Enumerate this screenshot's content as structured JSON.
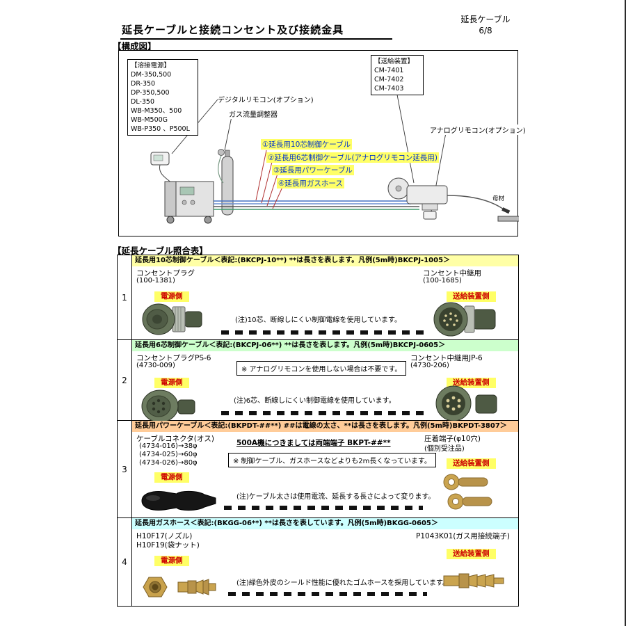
{
  "page": {
    "corner_label": "延長ケーブル",
    "page_number": "6/8",
    "title": "延長ケーブルと接続コンセント及び接続金具",
    "diagram_section_title": "【構成図】",
    "table_section_title": "【延長ケーブル照合表】"
  },
  "diagram": {
    "power_source": {
      "title": "【溶接電源】",
      "models": [
        "DM-350,500",
        "DR-350",
        "DP-350,500",
        "DL-350",
        "WB-M350、500",
        "WB-M500G",
        "WB-P350 、P500L"
      ]
    },
    "feeder": {
      "title": "【送給装置】",
      "models": [
        "CM-7401",
        "CM-7402",
        "CM-7403"
      ]
    },
    "labels": {
      "digital_remote": "デジタルリモコン(オプション)",
      "gas_regulator": "ガス流量調整器",
      "analog_remote": "アナログリモコン(オプション)",
      "base_metal": "母材"
    },
    "cable_legend": [
      "①延長用10芯制御ケーブル",
      "②延長用6芯制御ケーブル(アナログリモコン延長用)",
      "③延長用パワーケーブル",
      "④延長用ガスホース"
    ]
  },
  "table": {
    "header_colors": [
      "#ffffa6",
      "#ccffcc",
      "#ffcc99",
      "#ccffff"
    ],
    "rows": [
      {
        "no": "1",
        "header": "延長用10芯制御ケーブル＜表記:(BKCPJ-10**) **は長さを表します。凡例(5m時)BKCPJ-1005＞",
        "left_title": "コンセントプラグ",
        "left_code": "(100-1381)",
        "left_badge": "電源側",
        "right_title": "コンセント中継用",
        "right_code": "(100-1685)",
        "right_badge": "送給装置側",
        "note": "(注)10芯、断線しにくい制御電線を使用しています。"
      },
      {
        "no": "2",
        "header": "延長用6芯制御ケーブル＜表記:(BKCPJ-06**) **は長さを表します。凡例(5m時)BKCPJ-0605＞",
        "left_title": "コンセントプラグPS-6",
        "left_code": "(4730-009)",
        "left_badge": "電源側",
        "mid_note": "※ アナログリモコンを使用しない場合は不要です。",
        "right_title": "コンセント中継用JP-6",
        "right_code": "(4730-206)",
        "right_badge": "送給装置側",
        "note": "(注)6芯、断線しにくい制御電線を使用しています。"
      },
      {
        "no": "3",
        "header": "延長用パワーケーブル＜表記:(BKPDT-##**) ##は電線の太さ、**は長さを表します。凡例(5m時)BKPDT-3807＞",
        "left_title": "ケーブルコネクタ(オス)",
        "left_line1": "(4734-016)→38φ",
        "left_line2": "(4734-025)→60φ",
        "left_line3": "(4734-026)→80φ",
        "left_badge": "電源側",
        "mid_title": "500A機につきましては両端端子 BKPT-##**",
        "mid_note": "※ 制御ケーブル、ガスホースなどよりも2m長くなっています。",
        "right_title": "圧着端子(φ10穴)",
        "right_code": "(個別受注品)",
        "right_badge": "送給装置側",
        "note": "(注)ケーブル太さは使用電流、延長する長さによって変ります。"
      },
      {
        "no": "4",
        "header": "延長用ガスホース＜表記:(BKGG-06**) **は長さを表しています。凡例(5m時)BKGG-0605＞",
        "left_title": "H10F17(ノズル)",
        "left_code": "H10F19(袋ナット)",
        "left_badge": "電源側",
        "right_title": "P1043K01(ガス用接続端子)",
        "right_badge": "送給装置側",
        "note": "(注)緑色外皮のシールド性能に優れたゴムホースを採用しています。"
      }
    ]
  },
  "colors": {
    "highlight_yellow": "#ffff66",
    "badge_text": "#cc0000",
    "legend_text": "#0033cc",
    "cable_blue": "#4472c4",
    "leader_red": "#b03030"
  }
}
